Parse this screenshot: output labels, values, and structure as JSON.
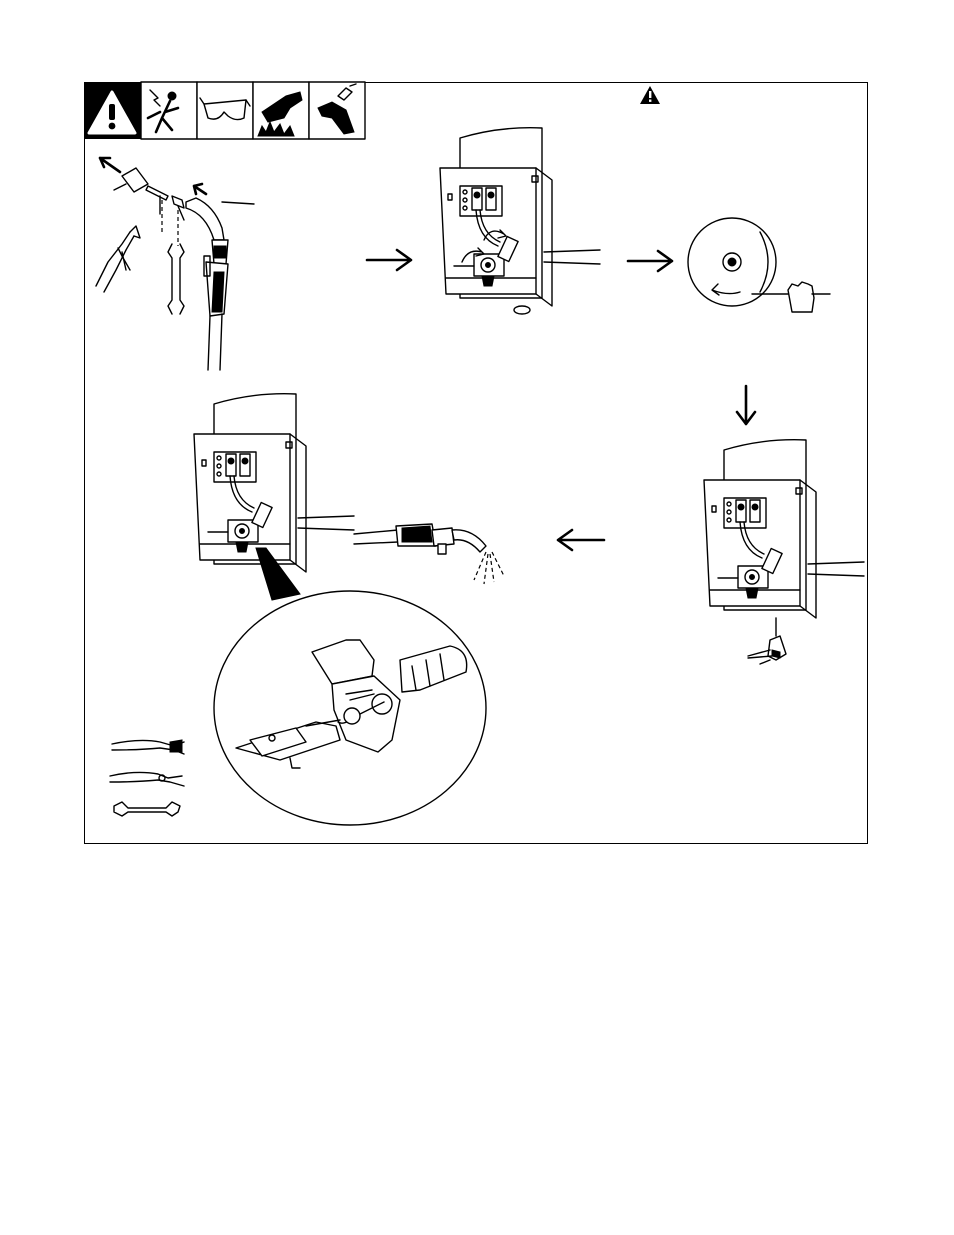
{
  "colors": {
    "ink": "#000000",
    "paper": "#ffffff"
  },
  "safety_icons": [
    "general-warning-icon",
    "electric-shock-icon",
    "safety-glasses-icon",
    "hot-parts-icon",
    "welding-wire-hazard-icon"
  ],
  "steps": [
    {
      "id": "remove-nozzle-and-tip",
      "icons": [
        "pliers-icon",
        "wrench-icon",
        "welding-gun-icon"
      ]
    },
    {
      "id": "release-drive-roll-pressure",
      "icons": [
        "wire-feeder-unit-icon"
      ]
    },
    {
      "id": "rewind-wire-onto-spool",
      "icons": [
        "wire-spool-icon",
        "hand-icon"
      ]
    },
    {
      "id": "cut-wire-end",
      "icons": [
        "wire-feeder-unit-icon",
        "cutter-icon"
      ]
    },
    {
      "id": "install-and-feed-gun",
      "icons": [
        "wire-feeder-unit-icon",
        "welding-gun-icon",
        "gun-connection-detail-icon"
      ]
    }
  ],
  "tools": [
    "diagonal-cutter-icon",
    "pliers-icon",
    "wrench-icon"
  ]
}
